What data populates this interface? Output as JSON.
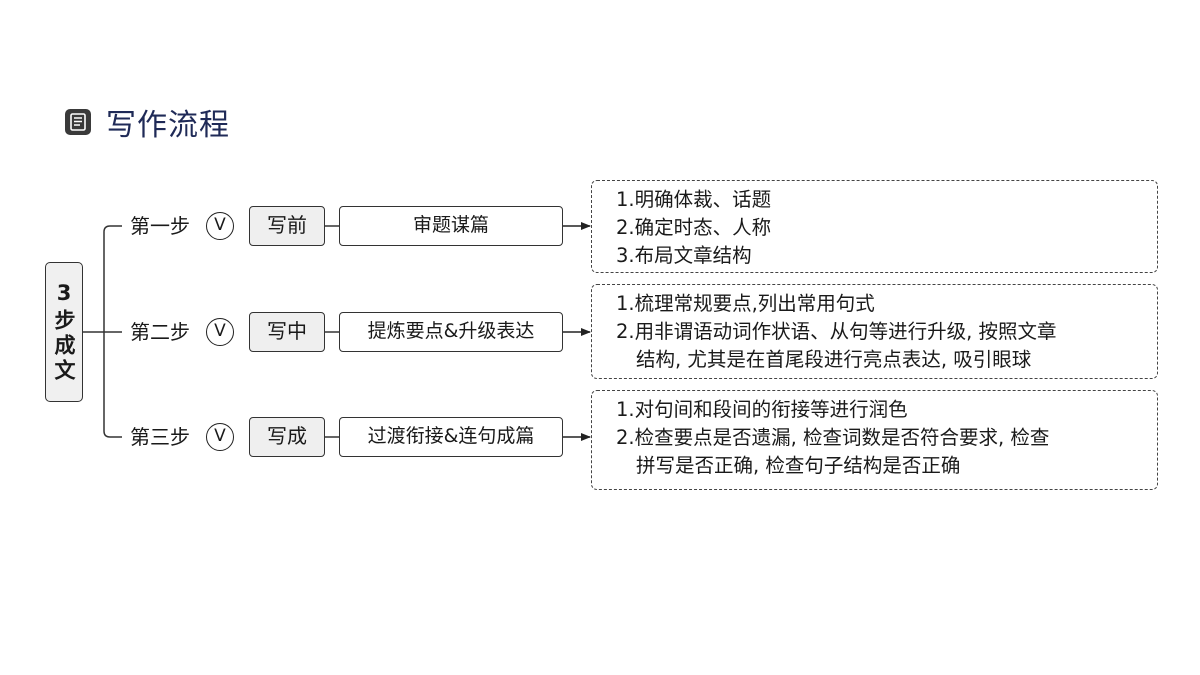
{
  "title": "写作流程",
  "root_label": "3步成文",
  "steps": [
    {
      "label": "第一步",
      "mark": "Ⅴ",
      "stage": "写前",
      "task": "审题谋篇",
      "details": [
        "1.明确体裁、话题",
        "2.确定时态、人称",
        "3.布局文章结构"
      ]
    },
    {
      "label": "第二步",
      "mark": "Ⅴ",
      "stage": "写中",
      "task": "提炼要点&升级表达",
      "details": [
        "1.梳理常规要点,列出常用句式",
        "2.用非谓语动词作状语、从句等进行升级, 按照文章",
        "结构, 尤其是在首尾段进行亮点表达, 吸引眼球"
      ]
    },
    {
      "label": "第三步",
      "mark": "Ⅴ",
      "stage": "写成",
      "task": "过渡衔接&连句成篇",
      "details": [
        "1.对句间和段间的衔接等进行润色",
        "2.检查要点是否遗漏, 检查词数是否符合要求, 检查",
        "拼写是否正确, 检查句子结构是否正确"
      ]
    }
  ]
}
